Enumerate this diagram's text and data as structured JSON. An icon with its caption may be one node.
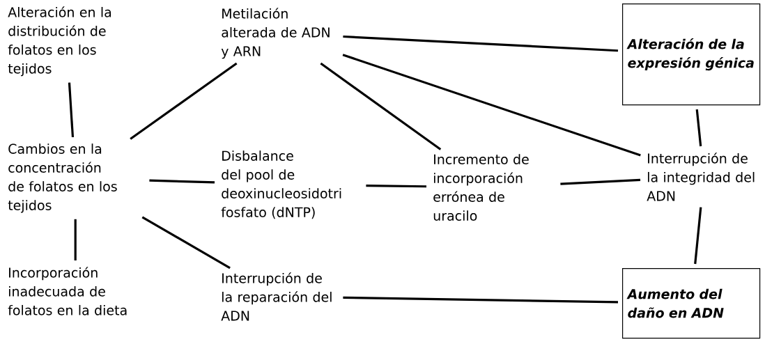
{
  "diagram": {
    "nodes": [
      {
        "text": [
          "Alteración en la distribución de folatos en los tejidos"
        ]
      },
      {
        "text": [
          "Cambios en la concentración de folatos en los tejidos"
        ]
      },
      {
        "text": [
          "Incorporación inadecuada de folatos en la dieta"
        ]
      },
      {
        "text": [
          "Metilación alterada de ADN y ARN"
        ]
      },
      {
        "text": [
          "Disbalance del pool de deoxinucleosidotri fosfato (dNTP)"
        ]
      },
      {
        "text": [
          "Interrupción de la reparación del ADN"
        ]
      },
      {
        "text": [
          "Incremento de incorporación errónea de uracilo"
        ]
      },
      {
        "text": [
          "Alteración de la expresión génica"
        ]
      },
      {
        "text": [
          "Interrupción de la integridad del ADN"
        ]
      },
      {
        "text": [
          "Aumento del daño en ADN"
        ]
      }
    ],
    "edges": [
      {
        "from": 0,
        "to": 1,
        "arrow": "none"
      },
      {
        "from": 1,
        "to": 2,
        "arrow": "none"
      },
      {
        "from": 1,
        "to": 3,
        "arrow": "none"
      },
      {
        "from": 1,
        "to": 4,
        "arrow": "none"
      },
      {
        "from": 1,
        "to": 5,
        "arrow": "none"
      },
      {
        "from": 3,
        "to": 7,
        "arrow": "none"
      },
      {
        "from": 3,
        "to": 6,
        "arrow": "none"
      },
      {
        "from": 3,
        "to": 8,
        "arrow": "none"
      },
      {
        "from": 4,
        "to": 6,
        "arrow": "none"
      },
      {
        "from": 6,
        "to": 8,
        "arrow": "none"
      },
      {
        "from": 7,
        "to": 8,
        "arrow": "none"
      },
      {
        "from": 8,
        "to": 9,
        "arrow": "none"
      },
      {
        "from": 5,
        "to": 9,
        "arrow": "none"
      }
    ]
  }
}
